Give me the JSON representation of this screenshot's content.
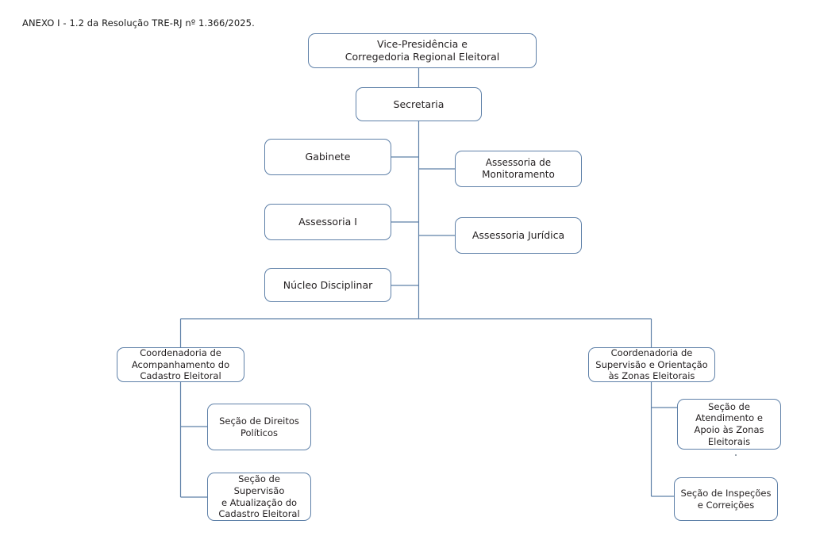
{
  "document": {
    "caption": "ANEXO I - 1.2 da Resolução TRE-RJ nº 1.366/2025."
  },
  "theme": {
    "border_color": "#5e80a8",
    "connector_color": "#5e80a8",
    "text_color": "#231f20",
    "background": "#ffffff"
  },
  "chart_data": {
    "type": "diagram",
    "subtype": "organizational-chart",
    "title": "ANEXO I - 1.2 da Resolução TRE-RJ nº 1.366/2025.",
    "orientation": "top-down",
    "nodes": [
      {
        "id": "root",
        "label": "Vice-Presidência e\nCorregedoria Regional Eleitoral",
        "level": 0,
        "parent": null
      },
      {
        "id": "sec",
        "label": "Secretaria",
        "level": 1,
        "parent": "root"
      },
      {
        "id": "gab",
        "label": "Gabinete",
        "level": 2,
        "parent": "sec",
        "side": "left"
      },
      {
        "id": "mon",
        "label": "Assessoria de\nMonitoramento",
        "level": 2,
        "parent": "sec",
        "side": "right"
      },
      {
        "id": "ass1",
        "label": "Assessoria I",
        "level": 2,
        "parent": "sec",
        "side": "left"
      },
      {
        "id": "jur",
        "label": "Assessoria Jurídica",
        "level": 2,
        "parent": "sec",
        "side": "right"
      },
      {
        "id": "nuc",
        "label": "Núcleo Disciplinar",
        "level": 2,
        "parent": "sec",
        "side": "left"
      },
      {
        "id": "coord1",
        "label": "Coordenadoria de\nAcompanhamento do\nCadastro Eleitoral",
        "level": 2,
        "parent": "sec"
      },
      {
        "id": "coord2",
        "label": "Coordenadoria de\nSupervisão e Orientação\nàs Zonas Eleitorais",
        "level": 2,
        "parent": "sec"
      },
      {
        "id": "dir",
        "label": "Seção de Direitos\nPolíticos",
        "level": 3,
        "parent": "coord1"
      },
      {
        "id": "supatu",
        "label": "Seção de Supervisão\ne Atualização do\nCadastro Eleitoral",
        "level": 3,
        "parent": "coord1"
      },
      {
        "id": "atend",
        "label": "Seção de\nAtendimento e\nApoio às Zonas\nEleitorais",
        "level": 3,
        "parent": "coord2"
      },
      {
        "id": "insp",
        "label": "Seção de Inspeções\ne Correições",
        "level": 3,
        "parent": "coord2"
      }
    ],
    "edges": [
      {
        "from": "root",
        "to": "sec"
      },
      {
        "from": "sec",
        "to": "gab"
      },
      {
        "from": "sec",
        "to": "mon"
      },
      {
        "from": "sec",
        "to": "ass1"
      },
      {
        "from": "sec",
        "to": "jur"
      },
      {
        "from": "sec",
        "to": "nuc"
      },
      {
        "from": "sec",
        "to": "coord1"
      },
      {
        "from": "sec",
        "to": "coord2"
      },
      {
        "from": "coord1",
        "to": "dir"
      },
      {
        "from": "coord1",
        "to": "supatu"
      },
      {
        "from": "coord2",
        "to": "atend"
      },
      {
        "from": "coord2",
        "to": "insp"
      }
    ]
  }
}
